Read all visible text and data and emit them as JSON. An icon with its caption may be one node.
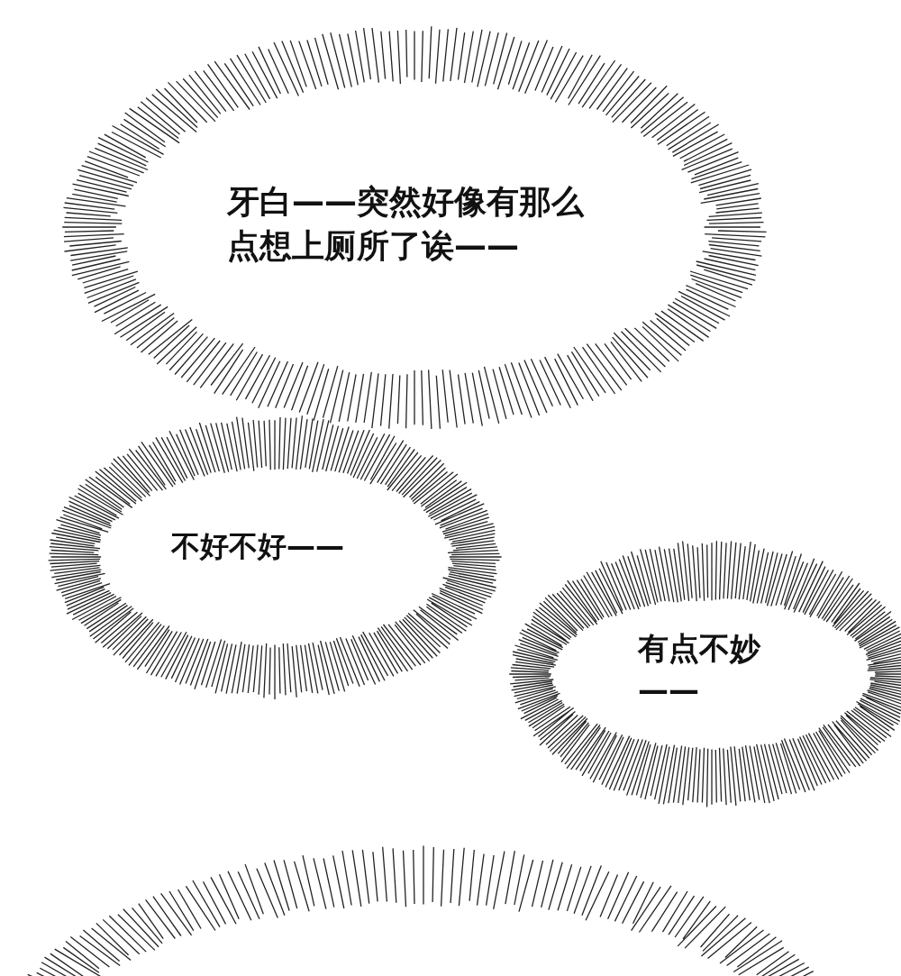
{
  "diagram": {
    "nodes": [
      {
        "text": [
          "牙白——突然好像有那么点想上厕所了诶——"
        ]
      },
      {
        "text": [
          "不好不好——"
        ]
      },
      {
        "text": [
          "有点不妙——"
        ]
      },
      {
        "text": [],
        "shape": "burst"
      }
    ]
  }
}
